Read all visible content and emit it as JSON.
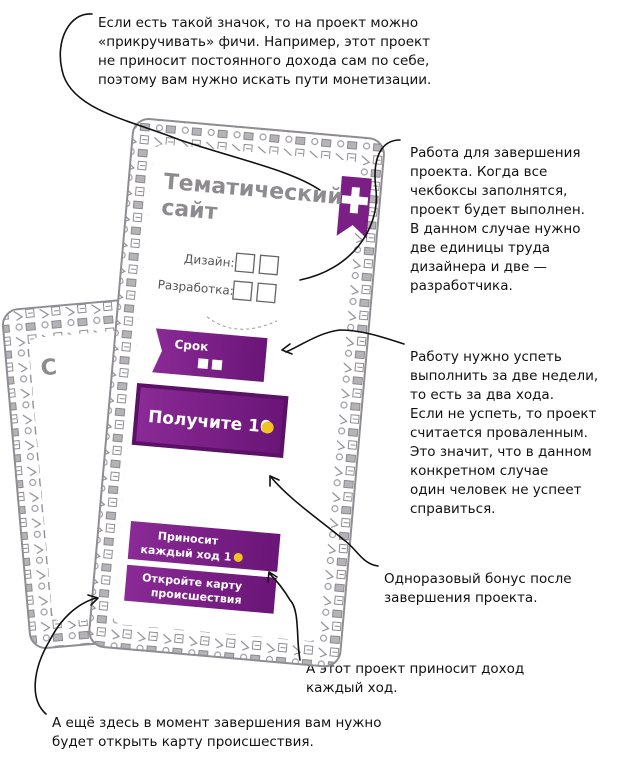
{
  "notes": {
    "top": [
      "Если есть такой значок, то на проект можно",
      "«прикручивать» фичи.  Например, этот проект",
      "не приносит постоянного дохода сам по себе,",
      "поэтому вам нужно искать пути монетизации."
    ],
    "work": [
      "Работа для завершения",
      "проекта. Когда все",
      "чекбоксы заполнятся,",
      "проект будет выполнен.",
      "В данном случае нужно",
      "две единицы труда",
      "дизайнера и две —",
      "разработчика."
    ],
    "deadline": [
      "Работу нужно успеть",
      "выполнить за две недели,",
      "то есть за два хода.",
      "Если не успеть, то проект",
      "считается проваленным.",
      "Это значит, что в данном",
      "конкретном случае",
      "один человек не успеет",
      "справиться."
    ],
    "bonus": [
      "Одноразовый бонус после",
      "завершения проекта."
    ],
    "income": [
      "А этот проект приносит доход",
      "каждый ход."
    ],
    "incident": [
      "А ещё здесь в момент завершения вам нужно",
      "будет открыть карту происшествия."
    ]
  },
  "card": {
    "title_line1": "Тематический",
    "title_line2": "сайт",
    "design_label": "Дизайн:",
    "dev_label": "Разработка:",
    "deadline_label": "Срок",
    "reward_label": "Получите 10",
    "income_line1": "Приносит",
    "income_line2": "каждый ход 1",
    "incident_line1": "Откройте карту",
    "incident_line2": "происшествия",
    "back_card_letter": "С"
  },
  "colors": {
    "purple": "#7b1f86",
    "purple_dark": "#5a1166",
    "coin": "#f2c320",
    "card_border": "#a9a7ab",
    "title_gray": "#8d8b90"
  },
  "icons": {
    "feature_flag": "plus-flag-icon"
  }
}
